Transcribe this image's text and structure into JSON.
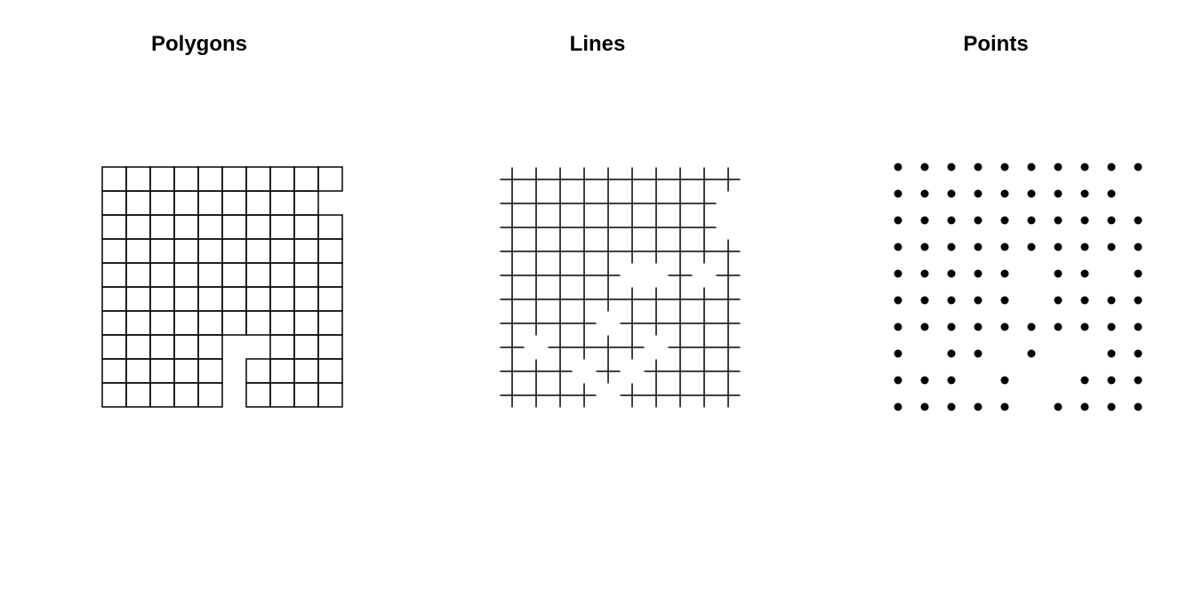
{
  "chart_data": [
    {
      "type": "polygons",
      "title": "Polygons",
      "grid": {
        "cols": 10,
        "rows": 10
      },
      "missing_cells": [
        [
          5,
          0
        ],
        [
          5,
          1
        ],
        [
          5,
          2
        ],
        [
          6,
          2
        ],
        [
          9,
          8
        ]
      ],
      "color": "#000000"
    },
    {
      "type": "lines",
      "title": "Lines",
      "grid": {
        "cols": 10,
        "rows": 10
      },
      "missing_crossings": [
        [
          1,
          2
        ],
        [
          3,
          1
        ],
        [
          4,
          3
        ],
        [
          4,
          0
        ],
        [
          5,
          1
        ],
        [
          6,
          2
        ],
        [
          5,
          5
        ],
        [
          6,
          5
        ],
        [
          8,
          5
        ],
        [
          9,
          7
        ],
        [
          9,
          8
        ]
      ],
      "color": "#000000"
    },
    {
      "type": "points",
      "title": "Points",
      "grid": {
        "cols": 10,
        "rows": 10
      },
      "missing_points": [
        [
          5,
          0
        ],
        [
          1,
          2
        ],
        [
          3,
          1
        ],
        [
          4,
          2
        ],
        [
          5,
          1
        ],
        [
          6,
          1
        ],
        [
          6,
          2
        ],
        [
          7,
          2
        ],
        [
          5,
          4
        ],
        [
          5,
          5
        ],
        [
          8,
          5
        ],
        [
          9,
          8
        ]
      ],
      "color": "#000000"
    }
  ]
}
